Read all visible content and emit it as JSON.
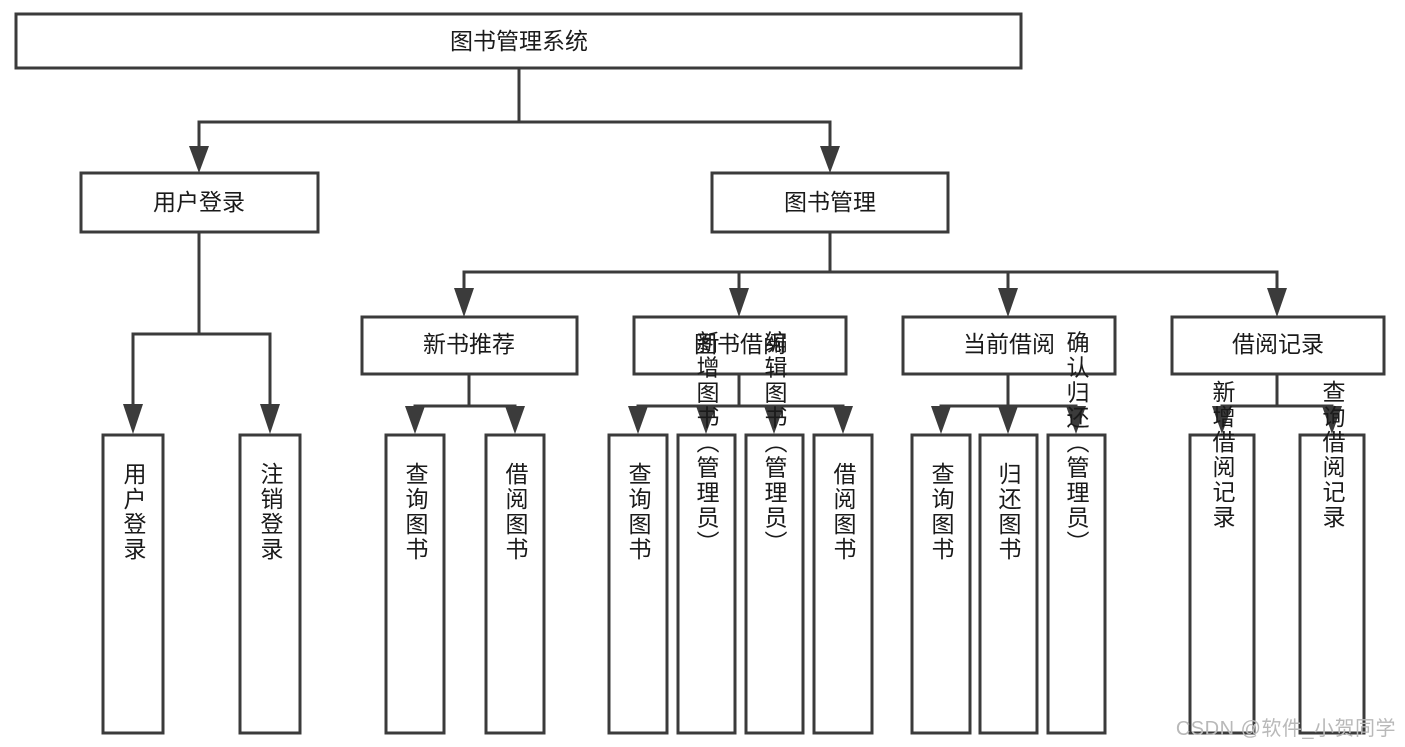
{
  "diagram": {
    "title": "图书管理系统",
    "type": "tree-hierarchy",
    "watermark": "CSDN @软件_小贺同学",
    "colors": {
      "stroke": "#3b3b3b",
      "fill": "#ffffff",
      "text": "#1a1a1a",
      "watermark": "#b9b9b9",
      "background": "#ffffff"
    },
    "root": {
      "label": "图书管理系统"
    },
    "level2": [
      {
        "id": "user-login",
        "label": "用户登录"
      },
      {
        "id": "book-manage",
        "label": "图书管理"
      }
    ],
    "level3": [
      {
        "id": "new-book-recommend",
        "label": "新书推荐"
      },
      {
        "id": "book-borrow",
        "label": "图书借阅"
      },
      {
        "id": "current-borrow",
        "label": "当前借阅"
      },
      {
        "id": "borrow-record",
        "label": "借阅记录"
      }
    ],
    "leaves": {
      "user-login": [
        {
          "id": "leaf-user-login",
          "label": "用户登录"
        },
        {
          "id": "leaf-user-logout",
          "label": "注销登录"
        }
      ],
      "new-book-recommend": [
        {
          "id": "leaf-query-book-1",
          "label": "查询图书"
        },
        {
          "id": "leaf-borrow-book-1",
          "label": "借阅图书"
        }
      ],
      "book-borrow": [
        {
          "id": "leaf-query-book-2",
          "label": "查询图书"
        },
        {
          "id": "leaf-add-book",
          "label": "新增图书（管理员）"
        },
        {
          "id": "leaf-edit-book",
          "label": "编辑图书（管理员）"
        },
        {
          "id": "leaf-borrow-book-2",
          "label": "借阅图书"
        }
      ],
      "current-borrow": [
        {
          "id": "leaf-query-book-3",
          "label": "查询图书"
        },
        {
          "id": "leaf-return-book",
          "label": "归还图书"
        },
        {
          "id": "leaf-confirm-return",
          "label": "确认归还（管理员）"
        }
      ],
      "borrow-record": [
        {
          "id": "leaf-add-record",
          "label": "新增借阅记录"
        },
        {
          "id": "leaf-query-record",
          "label": "查询借阅记录"
        }
      ]
    }
  }
}
